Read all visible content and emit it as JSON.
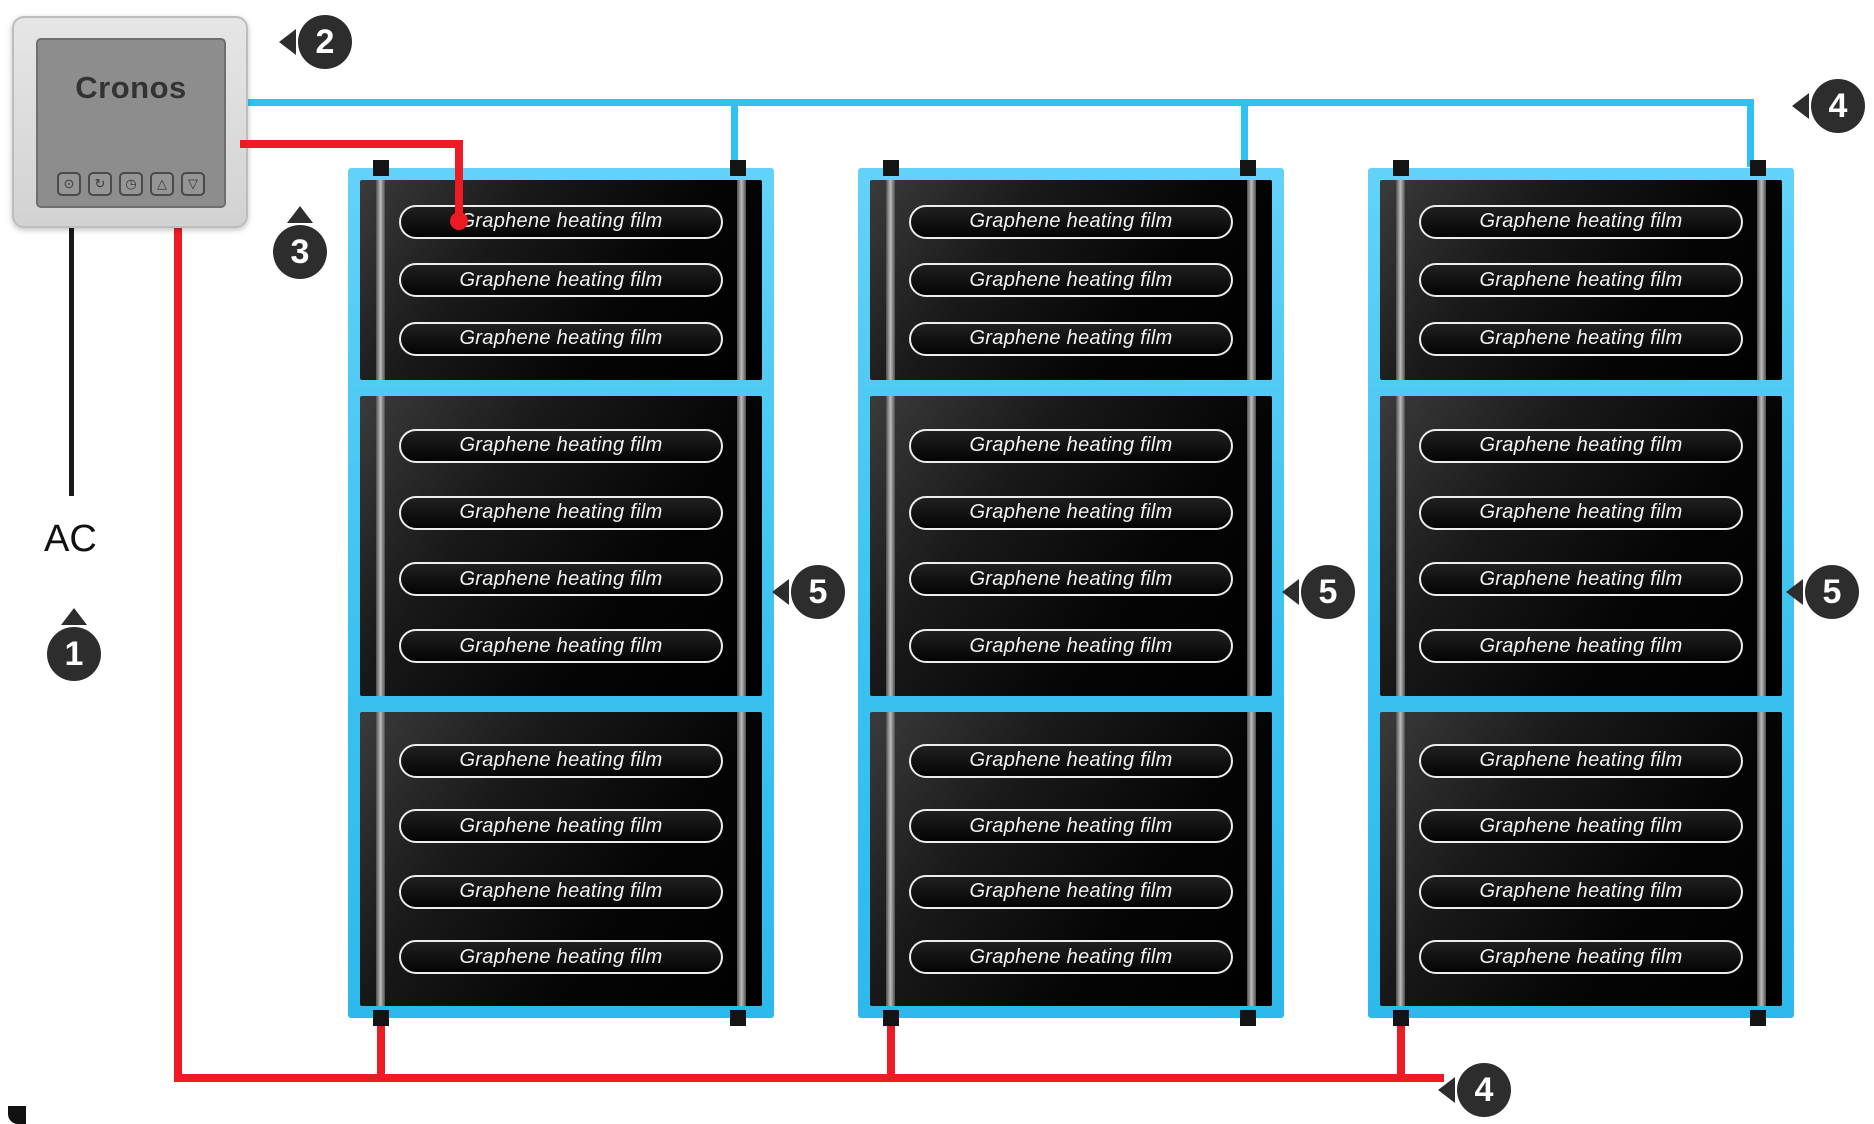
{
  "device": {
    "brand": "Cronos",
    "buttons": [
      {
        "name": "power",
        "glyph": "⊙"
      },
      {
        "name": "mode",
        "glyph": "↻"
      },
      {
        "name": "timer",
        "glyph": "◷"
      },
      {
        "name": "up",
        "glyph": "△"
      },
      {
        "name": "down",
        "glyph": "▽"
      }
    ]
  },
  "labels": {
    "ac": "AC",
    "strip": "Graphene heating film"
  },
  "callouts": {
    "c1": "1",
    "c2": "2",
    "c3": "3",
    "c4": "4",
    "c5": "5"
  },
  "colors": {
    "wire_blue": "#2fc1f1",
    "wire_red": "#ee1b24",
    "wire_black": "#1a1a1a",
    "panel_blue": "#4cc8f3",
    "film_black": "#0a0a0a",
    "callout_bg": "#2d2d2d"
  }
}
